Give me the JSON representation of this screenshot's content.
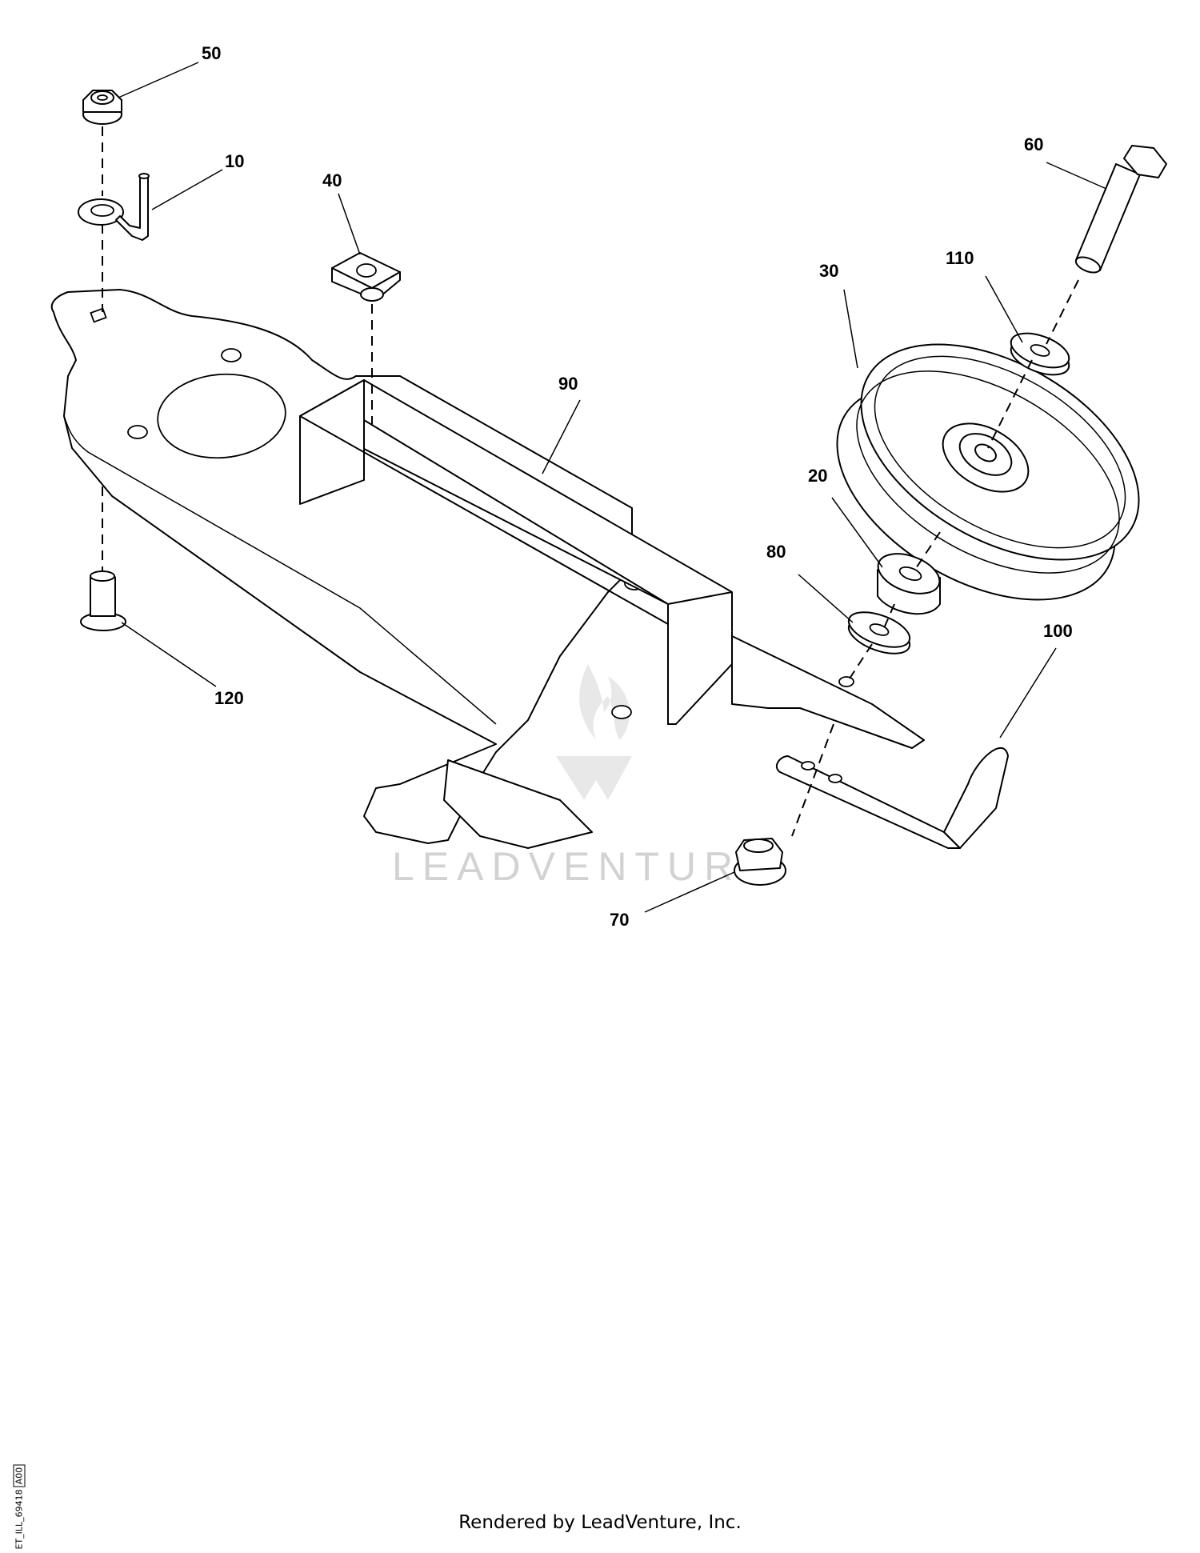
{
  "diagram": {
    "callouts": [
      {
        "id": "c50",
        "label": "50"
      },
      {
        "id": "c10",
        "label": "10"
      },
      {
        "id": "c40",
        "label": "40"
      },
      {
        "id": "c60",
        "label": "60"
      },
      {
        "id": "c110",
        "label": "110"
      },
      {
        "id": "c30",
        "label": "30"
      },
      {
        "id": "c90",
        "label": "90"
      },
      {
        "id": "c20",
        "label": "20"
      },
      {
        "id": "c80",
        "label": "80"
      },
      {
        "id": "c100",
        "label": "100"
      },
      {
        "id": "c120",
        "label": "120"
      },
      {
        "id": "c70",
        "label": "70"
      }
    ],
    "watermark": "LEADVENTURE",
    "credit": "Rendered by LeadVenture, Inc.",
    "drawing_id": "ET_ILL_69418",
    "drawing_rev": "A00"
  }
}
